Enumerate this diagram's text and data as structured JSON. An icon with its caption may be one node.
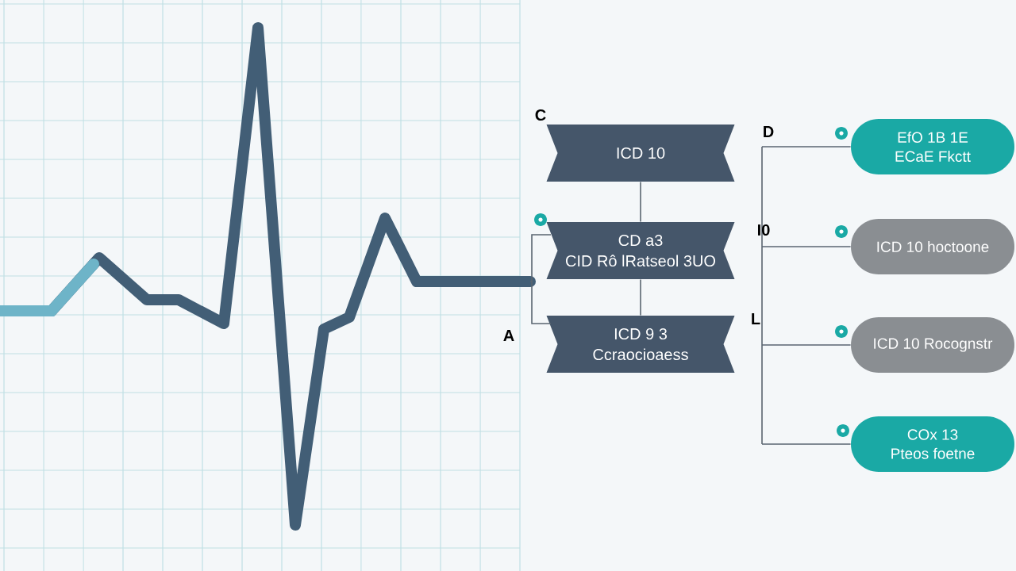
{
  "diagram": {
    "nodes": [
      {
        "text": [],
        "shape": "picture"
      },
      {
        "text": [
          "ICD 10"
        ]
      },
      {
        "text": [
          "CD a3",
          "CID Rô lRatseol 3UO"
        ]
      },
      {
        "text": [
          "ICD 9 3",
          "Ccraocioaess"
        ]
      },
      {
        "text": [
          "EfO 1B 1E",
          "ECaE Fkctt"
        ]
      },
      {
        "text": [
          "ICD 10 hoctoone"
        ]
      },
      {
        "text": [
          "ICD 10 Rocognstr"
        ]
      },
      {
        "text": [
          "COx 13",
          "Pteos foetne"
        ]
      }
    ],
    "edges": [
      {
        "from": 1,
        "to": 2,
        "arrow": "none"
      },
      {
        "from": 2,
        "to": 3,
        "arrow": "none"
      },
      {
        "from": 0,
        "to": 2,
        "arrow": "none"
      },
      {
        "from": 0,
        "to": 3,
        "arrow": "none"
      },
      {
        "from": null,
        "to": 4,
        "arrow": "none"
      },
      {
        "from": null,
        "to": 5,
        "arrow": "none"
      },
      {
        "from": null,
        "to": 6,
        "arrow": "none"
      },
      {
        "from": null,
        "to": 7,
        "arrow": "none"
      }
    ],
    "labels": [
      "C",
      "D",
      "I0",
      "L",
      "A"
    ]
  }
}
